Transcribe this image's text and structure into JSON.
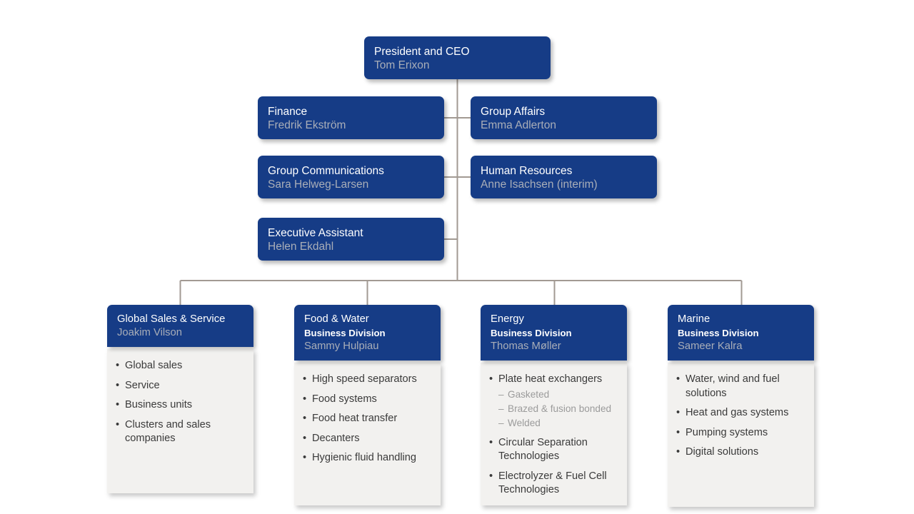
{
  "theme": {
    "box_blue": "#163c86",
    "panel_gray": "#f2f1ef",
    "person_text": "#a9aeb8",
    "connector": "#a29a93",
    "bullet_text": "#3a3a3a",
    "subbullet_text": "#9b9b9b",
    "background": "#ffffff"
  },
  "ceo": {
    "role": "President and CEO",
    "person": "Tom Erixon"
  },
  "staff": [
    {
      "role": "Finance",
      "person": "Fredrik Ekström"
    },
    {
      "role": "Group Affairs",
      "person": "Emma Adlerton"
    },
    {
      "role": "Group Communications",
      "person": "Sara Helweg-Larsen"
    },
    {
      "role": "Human Resources",
      "person": "Anne Isachsen (interim)"
    },
    {
      "role": "Executive Assistant",
      "person": "Helen Ekdahl"
    }
  ],
  "divisions": [
    {
      "title": "Global Sales & Service",
      "subtitle": "",
      "person": "Joakim Vilson",
      "items": [
        {
          "text": "Global sales",
          "sub": []
        },
        {
          "text": "Service",
          "sub": []
        },
        {
          "text": "Business units",
          "sub": []
        },
        {
          "text": "Clusters and sales companies",
          "sub": []
        }
      ]
    },
    {
      "title": "Food & Water",
      "subtitle": "Business Division",
      "person": "Sammy Hulpiau",
      "items": [
        {
          "text": "High speed separators",
          "sub": []
        },
        {
          "text": "Food systems",
          "sub": []
        },
        {
          "text": "Food heat transfer",
          "sub": []
        },
        {
          "text": "Decanters",
          "sub": []
        },
        {
          "text": "Hygienic fluid handling",
          "sub": []
        }
      ]
    },
    {
      "title": "Energy",
      "subtitle": "Business Division",
      "person": "Thomas Møller",
      "items": [
        {
          "text": "Plate heat exchangers",
          "sub": [
            "Gasketed",
            "Brazed & fusion bonded",
            "Welded"
          ]
        },
        {
          "text": "Circular Separation Technologies",
          "sub": []
        },
        {
          "text": "Electrolyzer & Fuel Cell Technologies",
          "sub": []
        }
      ]
    },
    {
      "title": "Marine",
      "subtitle": "Business Division",
      "person": "Sameer Kalra",
      "items": [
        {
          "text": "Water, wind and fuel solutions",
          "sub": []
        },
        {
          "text": "Heat and gas systems",
          "sub": []
        },
        {
          "text": "Pumping systems",
          "sub": []
        },
        {
          "text": "Digital solutions",
          "sub": []
        }
      ]
    }
  ]
}
